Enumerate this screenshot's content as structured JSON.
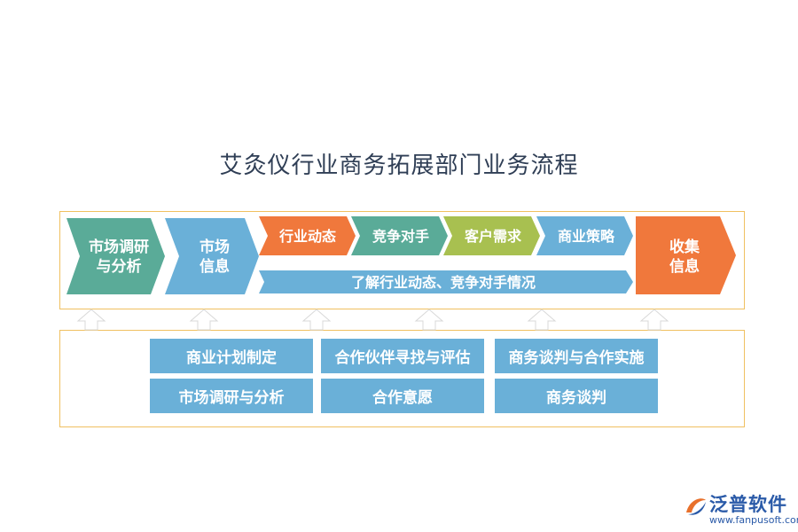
{
  "title": "艾灸仪行业商务拓展部门业务流程",
  "flow": {
    "step1": "市场调研\n与分析",
    "step2": "市场\n信息",
    "sub": [
      "行业动态",
      "竞争对手",
      "客户需求",
      "商业策略"
    ],
    "bar": "了解行业动态、竞争对手情况",
    "final": "收集\n信息"
  },
  "bottom": {
    "items": [
      "商业计划制定",
      "合作伙伴寻找与评估",
      "商务谈判与合作实施",
      "市场调研与分析",
      "合作意愿",
      "商务谈判"
    ]
  },
  "logo": {
    "name": "泛普软件",
    "url": "www.fanpusoft.com"
  },
  "colors": {
    "teal": "#5aab98",
    "blue": "#6ab0d8",
    "orange": "#f0783c",
    "green": "#a8c050",
    "box": "#6ab0d8",
    "frame": "#f0c060"
  }
}
